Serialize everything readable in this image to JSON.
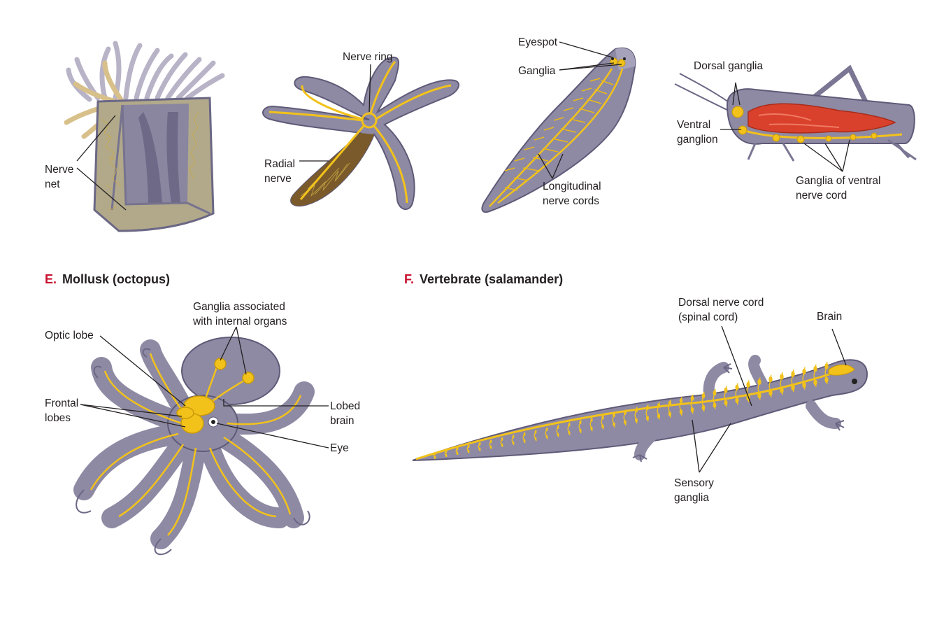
{
  "colors": {
    "body": "#8f8ba6",
    "body_light": "#b6b2c9",
    "body_dark": "#5f5a78",
    "nerve": "#f2c21b",
    "nerve_dark": "#c99a0a",
    "muscle": "#d9412c",
    "title_letter": "#c8102e",
    "label": "#231f20"
  },
  "panels": {
    "cnidarian": {
      "label_nerve_net": [
        "Nerve",
        "net"
      ]
    },
    "echinoderm": {
      "label_nerve_ring": "Nerve ring",
      "label_radial_nerve": [
        "Radial",
        "nerve"
      ]
    },
    "flatworm": {
      "label_eyespot": "Eyespot",
      "label_ganglia": "Ganglia",
      "label_longitudinal": [
        "Longitudinal",
        "nerve cords"
      ]
    },
    "arthropod": {
      "label_dorsal_ganglia": "Dorsal ganglia",
      "label_ventral_ganglion": [
        "Ventral",
        "ganglion"
      ],
      "label_ventral_cord_ganglia": [
        "Ganglia of ventral",
        "nerve cord"
      ]
    },
    "mollusk": {
      "letter": "E.",
      "title": "Mollusk (octopus)",
      "label_internal_ganglia": [
        "Ganglia associated",
        "with internal organs"
      ],
      "label_optic_lobe": "Optic lobe",
      "label_frontal_lobes": [
        "Frontal",
        "lobes"
      ],
      "label_lobed_brain": [
        "Lobed",
        "brain"
      ],
      "label_eye": "Eye"
    },
    "vertebrate": {
      "letter": "F.",
      "title": "Vertebrate (salamander)",
      "label_dorsal_cord": [
        "Dorsal nerve cord",
        "(spinal cord)"
      ],
      "label_brain": "Brain",
      "label_sensory_ganglia": [
        "Sensory",
        "ganglia"
      ]
    }
  }
}
